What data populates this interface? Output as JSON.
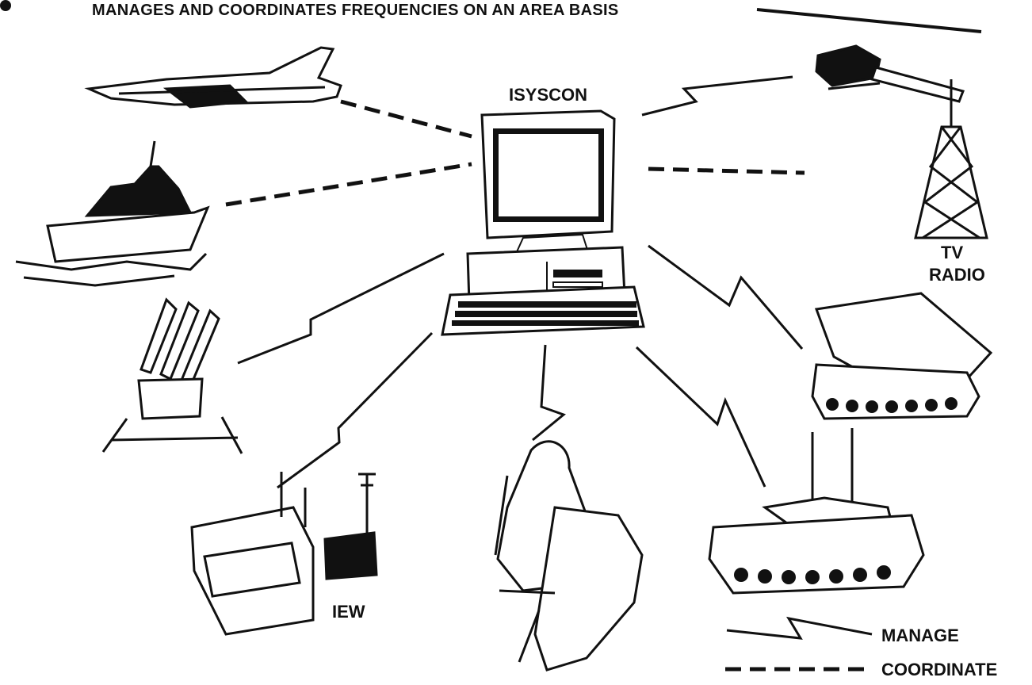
{
  "header": {
    "text": "MANAGES AND COORDINATES FREQUENCIES ON AN AREA BASIS"
  },
  "nodes": {
    "center": {
      "label": "ISYSCON"
    },
    "tv_radio": {
      "line1": "TV",
      "line2": "RADIO"
    },
    "iew": {
      "label": "IEW"
    }
  },
  "legend": {
    "manage": "MANAGE",
    "coordinate": "COORDINATE"
  },
  "colors": {
    "ink": "#111111",
    "paper": "#ffffff"
  }
}
